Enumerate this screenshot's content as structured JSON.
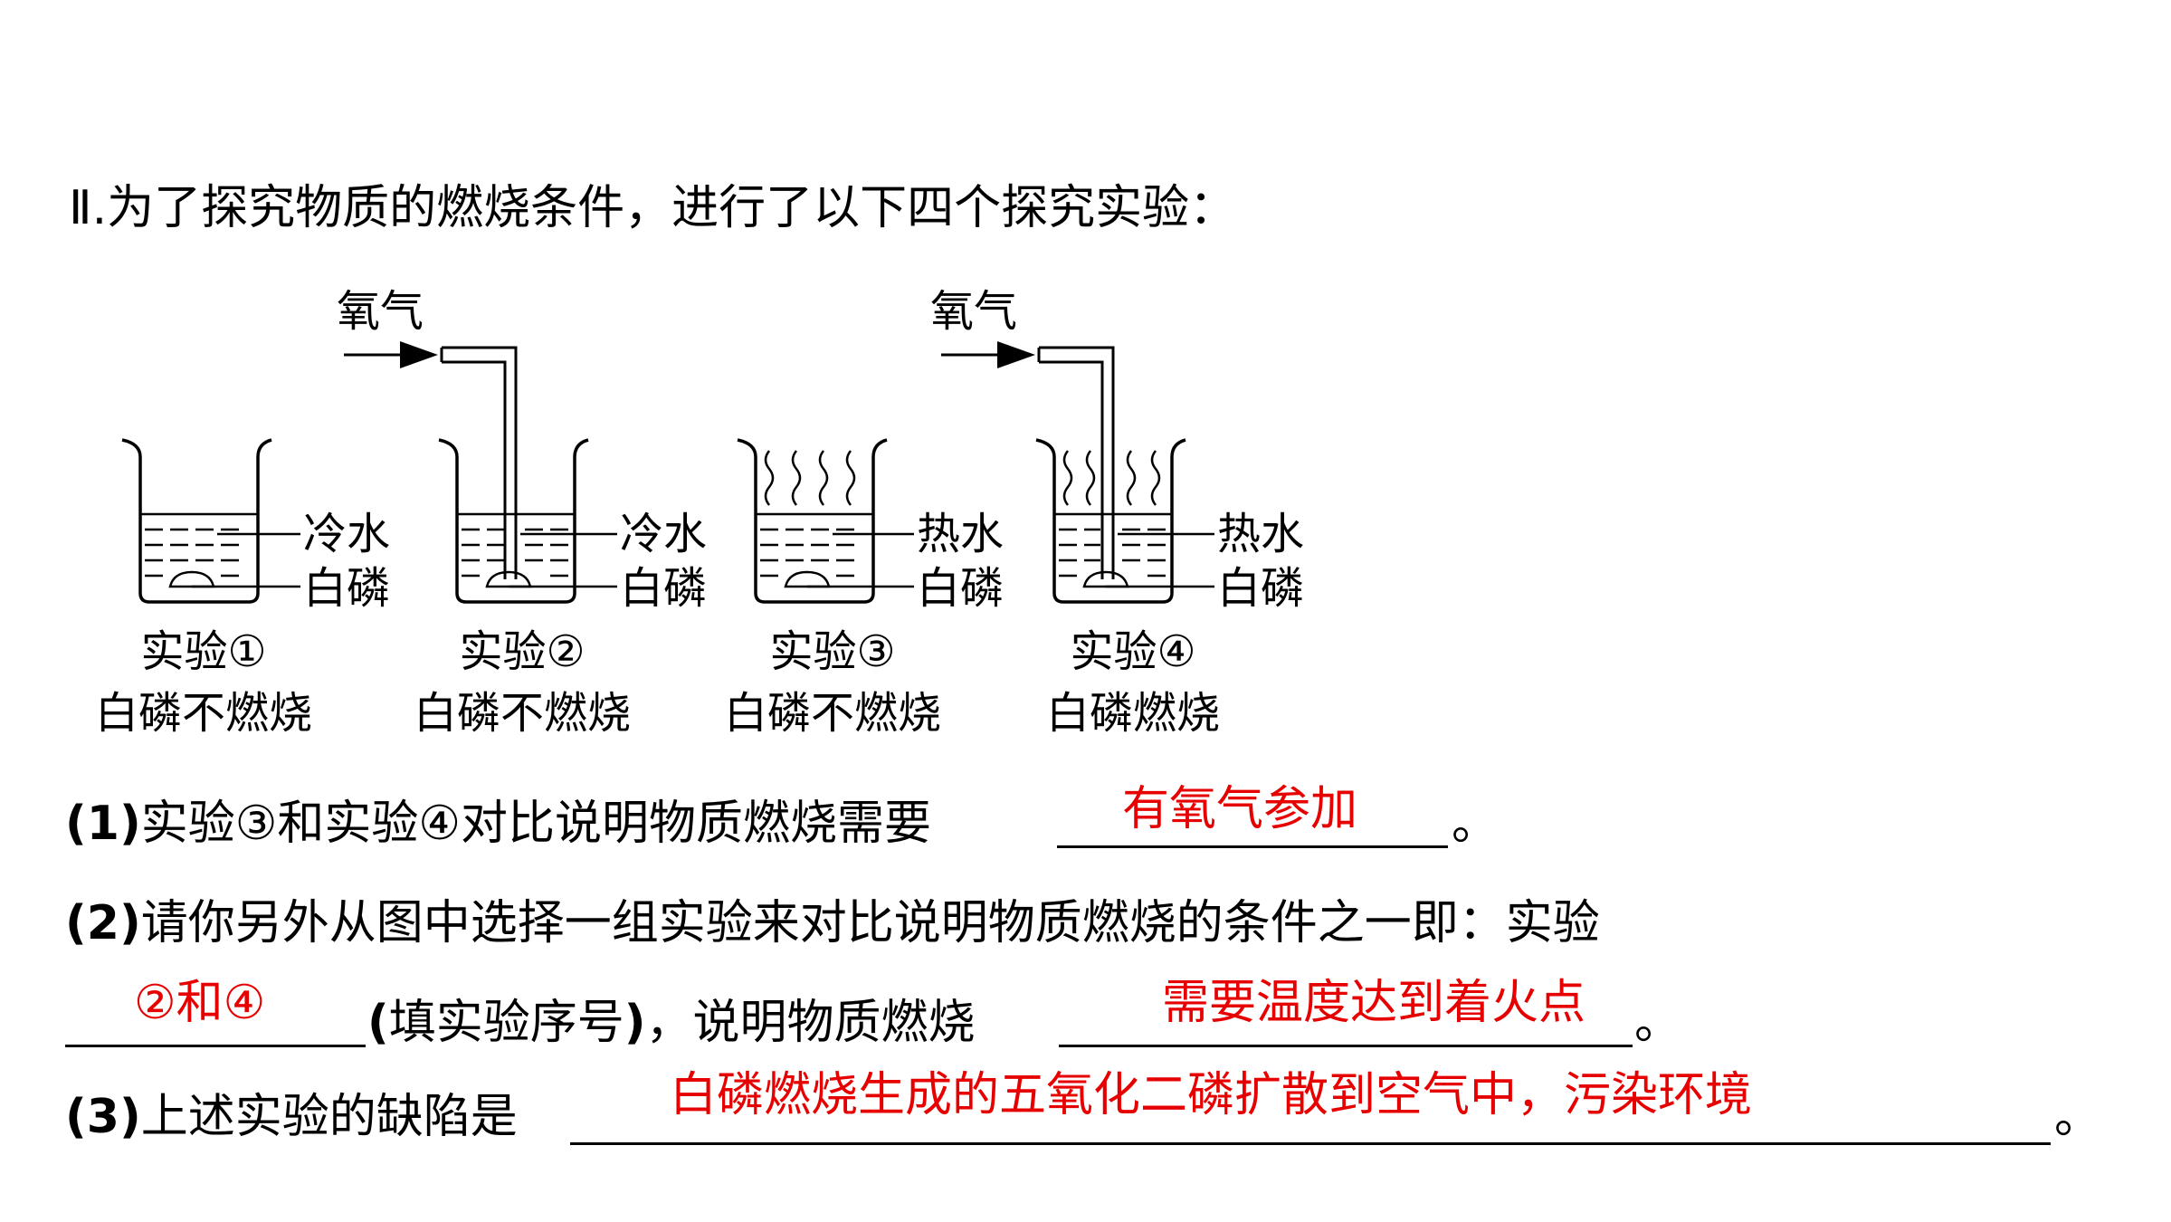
{
  "heading": "Ⅱ.为了探究物质的燃烧条件，进行了以下四个探究实验：",
  "figure": {
    "oxygen_label": "氧气",
    "experiments": [
      {
        "water_label": "冷水",
        "phosphorus_label": "白磷",
        "title": "实验①",
        "result": "白磷不燃烧",
        "oxygen": false,
        "hot": false
      },
      {
        "water_label": "冷水",
        "phosphorus_label": "白磷",
        "title": "实验②",
        "result": "白磷不燃烧",
        "oxygen": true,
        "hot": false
      },
      {
        "water_label": "热水",
        "phosphorus_label": "白磷",
        "title": "实验③",
        "result": "白磷不燃烧",
        "oxygen": false,
        "hot": true
      },
      {
        "water_label": "热水",
        "phosphorus_label": "白磷",
        "title": "实验④",
        "result": "白磷燃烧",
        "oxygen": true,
        "hot": true
      }
    ]
  },
  "q1": {
    "num": "(1)",
    "text": "实验③和实验④对比说明物质燃烧需要",
    "answer": "有氧气参加",
    "end": "。"
  },
  "q2": {
    "num": "(2)",
    "line1": "请你另外从图中选择一组实验来对比说明物质燃烧的条件之一即：实验",
    "answer1": "②和④",
    "mid_paren": "(",
    "mid_text": "填实验序号",
    "mid_paren_close": ")",
    "mid_tail": "，说明物质燃烧",
    "answer2": "需要温度达到着火点",
    "end": "。"
  },
  "q3": {
    "num": "(3)",
    "text": "上述实验的缺陷是",
    "answer": "白磷燃烧生成的五氧化二磷扩散到空气中，污染环境",
    "end": "。"
  },
  "colors": {
    "answer": "#e60000",
    "text": "#000000"
  }
}
